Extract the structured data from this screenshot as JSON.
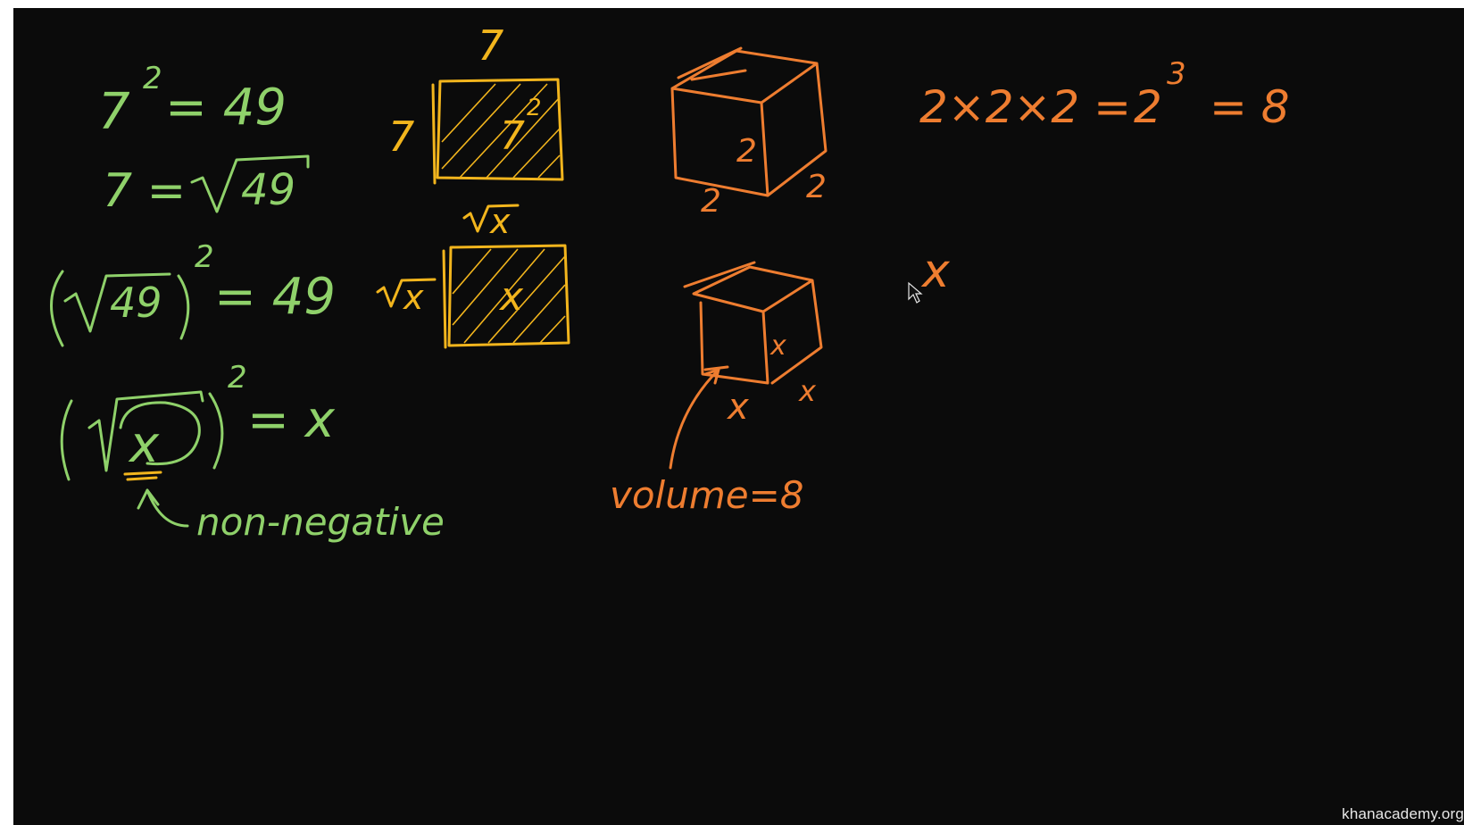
{
  "colors": {
    "board": "#0b0b0b",
    "green": "#8fd16a",
    "yellow": "#f2b51d",
    "orange": "#ee7d30"
  },
  "left_column": {
    "eq1_base": "7",
    "eq1_exp": "2",
    "eq1_rhs": "= 49",
    "eq2_lhs": "7 =",
    "eq2_radicand": "49",
    "eq3_radicand": "49",
    "eq3_exp": "2",
    "eq3_rhs": "= 49",
    "eq4_radicand": "x",
    "eq4_exp": "2",
    "eq4_rhs": "= x",
    "note": "non-negative"
  },
  "squares": {
    "top_label": "7",
    "left_label": "7",
    "inside_base": "7",
    "inside_exp": "2",
    "sqrt_top_label": "x",
    "sqrt_left_label": "x",
    "sqrt_inside": "x"
  },
  "cubes": {
    "front_edge": "2",
    "bottom_edge": "2",
    "depth_edge": "2",
    "x_front": "x",
    "x_bottom": "x",
    "x_depth": "x",
    "volume_label": "volume=8"
  },
  "right_column": {
    "eq_lhs": "2×2×2 =",
    "eq_base": "2",
    "eq_exp": "3",
    "eq_rhs": "= 8",
    "x_label": "x"
  },
  "icons": {
    "cursor": "mouse-pointer-icon"
  },
  "watermark": "khanacademy.org"
}
